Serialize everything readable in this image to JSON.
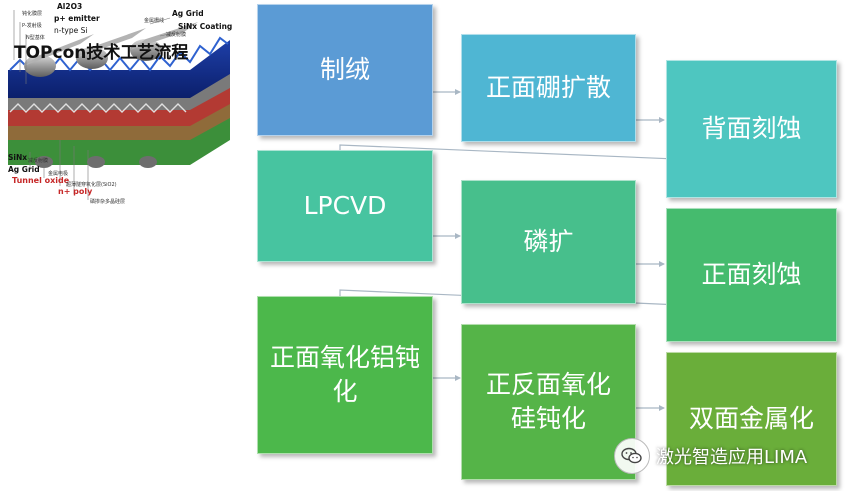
{
  "title": "TOPcon技术工艺流程",
  "steps": [
    {
      "id": "texturing",
      "label": "制绒",
      "color": "#5b9bd5"
    },
    {
      "id": "front-boron",
      "label": "正面硼扩散",
      "color": "#4fb6d3"
    },
    {
      "id": "back-etch",
      "label": "背面刻蚀",
      "color": "#4ec6c0"
    },
    {
      "id": "lpcvd",
      "label": "LPCVD",
      "color": "#47c4a0"
    },
    {
      "id": "phosphorus",
      "label": "磷扩",
      "color": "#47bf8c"
    },
    {
      "id": "front-etch",
      "label": "正面刻蚀",
      "color": "#45bb6e"
    },
    {
      "id": "front-alox",
      "label": "正面氧化铝钝化",
      "color": "#4cb84b"
    },
    {
      "id": "double-sinx",
      "label": "正反面氧化硅钝化",
      "color": "#55b448"
    },
    {
      "id": "metallization",
      "label": "双面金属化",
      "color": "#6aae3a"
    }
  ],
  "cell_labels": {
    "al2o3": "Al2O3",
    "passivation_cn": "钝化膜层",
    "p_emitter": "p+ emitter",
    "p_emitter_cn": "P-发射极",
    "ntype": "n-type Si",
    "ntype_cn": "N型基体",
    "ag_grid_top": "Ag Grid",
    "ag_grid_top_cn": "金属栅线",
    "sinx_coating": "SiNx Coating",
    "sinx_coating_cn": "减反射膜",
    "sinx_bottom": "SiNx",
    "sinx_bottom_cn": "减反射膜",
    "ag_grid_bottom": "Ag Grid",
    "ag_grid_bottom_cn": "金属电极",
    "tunnel_oxide": "Tunnel oxide",
    "tunnel_oxide_cn": "超薄隧穿氧化层(SiO2)",
    "npoly": "n+ poly",
    "npoly_cn": "磷掺杂多晶硅层"
  },
  "watermark": {
    "text": "激光智造应用LIMA",
    "icon": "wechat-icon"
  }
}
